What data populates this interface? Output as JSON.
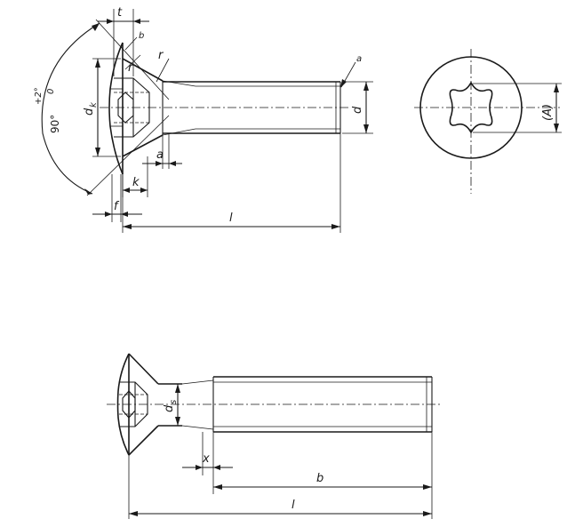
{
  "labels": {
    "t": "t",
    "b_note": "b",
    "r1": "r",
    "r2": "r",
    "a_note": "a",
    "dk_main": "d",
    "dk_sub": "k",
    "d": "d",
    "a": "a",
    "k": "k",
    "f": "f",
    "l_top": "l",
    "A_dim": "(A)",
    "angle_main": "90°",
    "angle_upper": "+2°",
    "angle_lower": "0",
    "ds_main": "d",
    "ds_sub": "s",
    "x": "x",
    "b": "b",
    "l_bottom": "l"
  }
}
